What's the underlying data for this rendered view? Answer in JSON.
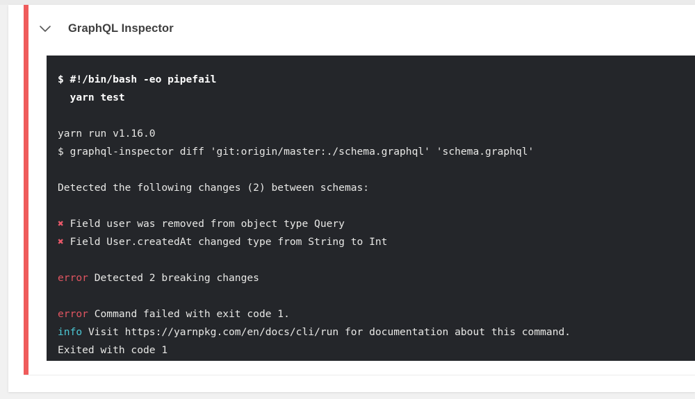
{
  "job": {
    "title": "GraphQL Inspector",
    "collapse_icon": "chevron-down-icon",
    "status_color": "#ef5b5b"
  },
  "terminal": {
    "background_color": "#24262a",
    "text_color": "#e8e8e6",
    "error_color": "#e05561",
    "info_color": "#4cc7d4",
    "cross_color": "#e9596a",
    "lines": [
      {
        "id": "l1",
        "type": "command",
        "text": "$ #!/bin/bash -eo pipefail"
      },
      {
        "id": "l2",
        "type": "command",
        "text": "  yarn test"
      },
      {
        "id": "l3",
        "type": "blank",
        "text": ""
      },
      {
        "id": "l4",
        "type": "plain",
        "text": "yarn run v1.16.0"
      },
      {
        "id": "l5",
        "type": "plain",
        "text": "$ graphql-inspector diff 'git:origin/master:./schema.graphql' 'schema.graphql'"
      },
      {
        "id": "l6",
        "type": "blank",
        "text": ""
      },
      {
        "id": "l7",
        "type": "plain",
        "text": "Detected the following changes (2) between schemas:"
      },
      {
        "id": "l8",
        "type": "blank",
        "text": ""
      },
      {
        "id": "l9",
        "type": "cross",
        "marker": "✖",
        "text": " Field user was removed from object type Query"
      },
      {
        "id": "l10",
        "type": "cross",
        "marker": "✖",
        "text": " Field User.createdAt changed type from String to Int"
      },
      {
        "id": "l11",
        "type": "blank",
        "text": ""
      },
      {
        "id": "l12",
        "type": "labelled",
        "label": "error",
        "label_kind": "error",
        "text": " Detected 2 breaking changes"
      },
      {
        "id": "l13",
        "type": "blank",
        "text": ""
      },
      {
        "id": "l14",
        "type": "labelled",
        "label": "error",
        "label_kind": "error",
        "text": " Command failed with exit code 1."
      },
      {
        "id": "l15",
        "type": "labelled",
        "label": "info",
        "label_kind": "info",
        "text": " Visit https://yarnpkg.com/en/docs/cli/run for documentation about this command."
      },
      {
        "id": "l16",
        "type": "plain",
        "text": "Exited with code 1"
      }
    ]
  }
}
